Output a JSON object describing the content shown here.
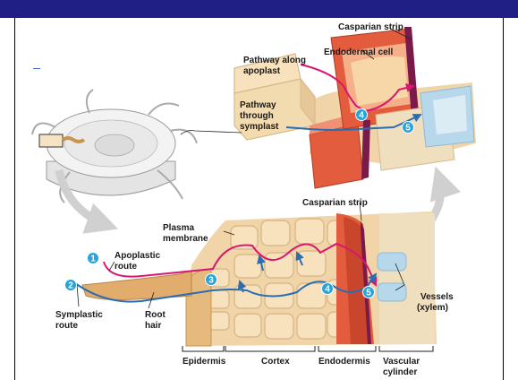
{
  "labels": {
    "casparian_strip_top": "Casparian strip",
    "endodermal_cell": "Endodermal cell",
    "pathway_apoplast": [
      "Pathway along",
      "apoplast"
    ],
    "pathway_symplast": [
      "Pathway",
      "through",
      "symplast"
    ],
    "casparian_strip_bottom": "Casparian strip",
    "plasma_membrane": [
      "Plasma",
      "membrane"
    ],
    "apoplastic_route": [
      "Apoplastic",
      "route"
    ],
    "symplastic_route": [
      "Symplastic",
      "route"
    ],
    "root_hair": [
      "Root",
      "hair"
    ],
    "vessels": [
      "Vessels",
      "(xylem)"
    ],
    "regions": {
      "epidermis": "Epidermis",
      "cortex": "Cortex",
      "endodermis": "Endodermis",
      "vascular": [
        "Vascular",
        "cylinder"
      ]
    }
  },
  "markers": [
    "1",
    "2",
    "3",
    "4",
    "5"
  ],
  "colors": {
    "top_bar": "#1f1f86",
    "apoplast_path": "#d6186f",
    "symplast_path": "#2a6db3",
    "marker_fill": "#2aa3d8",
    "casparian_strip": "#7a1a4a",
    "endodermis": "#d9563a",
    "cortex_cell": "#f1d5a8",
    "xylem": "#b7d8ea"
  }
}
